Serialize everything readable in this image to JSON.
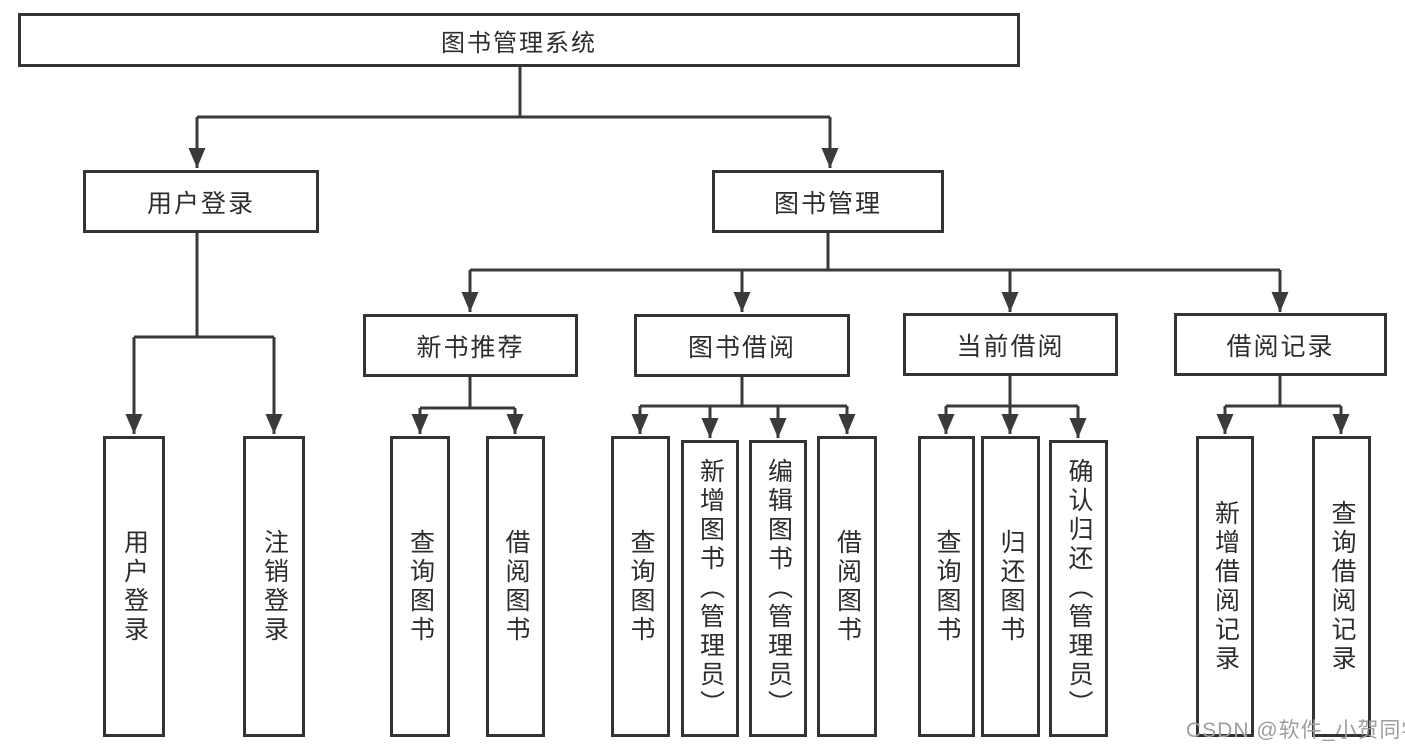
{
  "diagram": {
    "type": "hierarchy-tree",
    "title": "图书管理系统",
    "colors": {
      "line": "#3a3a3a",
      "box_border": "#333333",
      "box_fill": "#ffffff",
      "text": "#2d2d2d",
      "background": "#ffffff",
      "watermark": "#9e9e9e"
    },
    "tree": {
      "root": {
        "label": "图书管理系统"
      },
      "branches": [
        {
          "label": "用户登录",
          "children": [
            {
              "label": "用户登录"
            },
            {
              "label": "注销登录"
            }
          ]
        },
        {
          "label": "图书管理",
          "children": [
            {
              "label": "新书推荐",
              "children": [
                {
                  "label": "查询图书"
                },
                {
                  "label": "借阅图书"
                }
              ]
            },
            {
              "label": "图书借阅",
              "children": [
                {
                  "label": "查询图书"
                },
                {
                  "label": "新增图书（管理员）"
                },
                {
                  "label": "编辑图书（管理员）"
                },
                {
                  "label": "借阅图书"
                }
              ]
            },
            {
              "label": "当前借阅",
              "children": [
                {
                  "label": "查询图书"
                },
                {
                  "label": "归还图书"
                },
                {
                  "label": "确认归还（管理员）"
                }
              ]
            },
            {
              "label": "借阅记录",
              "children": [
                {
                  "label": "新增借阅记录"
                },
                {
                  "label": "查询借阅记录"
                }
              ]
            }
          ]
        }
      ]
    },
    "watermark": "CSDN @软件_小贺同学"
  }
}
